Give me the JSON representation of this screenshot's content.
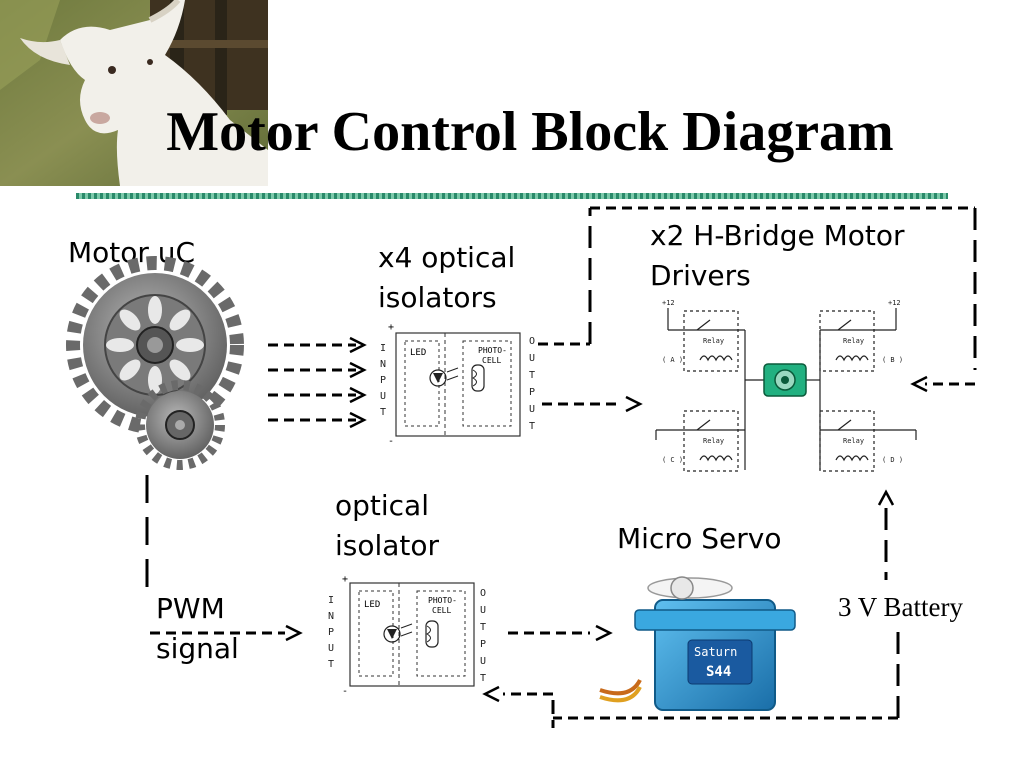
{
  "title": "Motor Control Block Diagram",
  "labels": {
    "motor_uc": "Motor uC",
    "x4_isolators_line1": "x4 optical",
    "x4_isolators_line2": "isolators",
    "hbridge_line1": "x2 H-Bridge Motor",
    "hbridge_line2": "Drivers",
    "optical_isolator_line1": "optical",
    "optical_isolator_line2": "isolator",
    "micro_servo": "Micro Servo",
    "pwm_line1": "PWM",
    "pwm_line2": "signal",
    "battery": "3 V Battery"
  },
  "isolator_text": {
    "input": [
      "I",
      "N",
      "P",
      "U",
      "T"
    ],
    "output": [
      "O",
      "U",
      "T",
      "P",
      "U",
      "T"
    ],
    "led": "LED",
    "photo_line1": "PHOTO-",
    "photo_line2": "CELL",
    "plus": "+",
    "minus": "-"
  },
  "hbridge_text": {
    "voltage": "+12",
    "relay": "Relay",
    "relay_a": "( A )",
    "relay_b": "( B )",
    "relay_c": "( C )",
    "relay_d": "( D )"
  },
  "servo_text": {
    "brand": "Saturn",
    "model": "S44"
  },
  "colors": {
    "motor": "#22b080",
    "servo_body": "#2a8fd0",
    "rule": "#2a8a6a"
  }
}
